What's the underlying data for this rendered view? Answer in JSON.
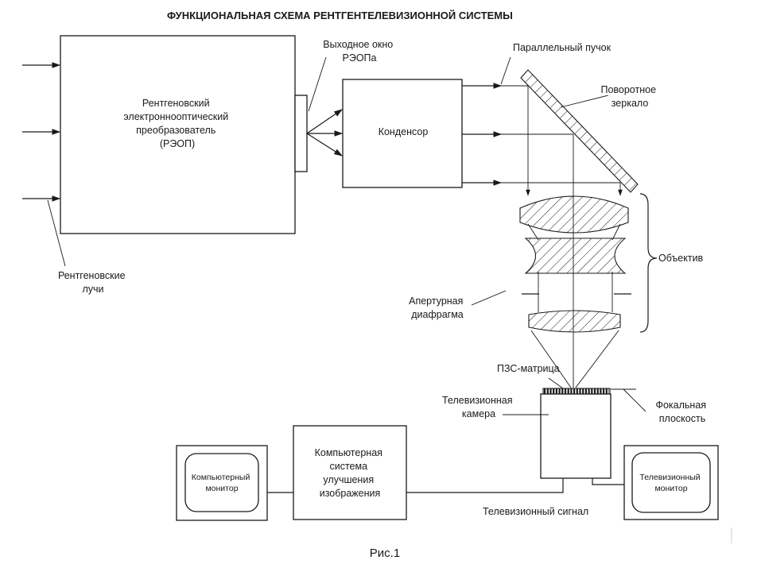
{
  "title": "ФУНКЦИОНАЛЬНАЯ СХЕМА РЕНТГЕНТЕЛЕВИЗИОННОЙ СИСТЕМЫ",
  "caption": "Рис.1",
  "blocks": {
    "reop": [
      "Рентгеновский",
      "электроннооптический",
      "преобразователь",
      "(РЭОП)"
    ],
    "condenser": [
      "Конденсор"
    ],
    "computer_system": [
      "Компьютерная",
      "система",
      "улучшения",
      "изображения"
    ],
    "computer_monitor": [
      "Компьютерный",
      "монитор"
    ],
    "tv_monitor": [
      "Телевизионный",
      "монитор"
    ]
  },
  "labels": {
    "output_window": [
      "Выходное окно",
      "РЭОПа"
    ],
    "parallel_beam": [
      "Параллельный пучок"
    ],
    "mirror": [
      "Поворотное",
      "зеркало"
    ],
    "objective": [
      "Объектив"
    ],
    "aperture": [
      "Апертурная",
      "диафрагма"
    ],
    "ccd": [
      "ПЗС-матрица"
    ],
    "tv_camera": [
      "Телевизионная",
      "камера"
    ],
    "focal_plane": [
      "Фокальная",
      "плоскость"
    ],
    "xrays": [
      "Рентгеновские",
      "лучи"
    ],
    "tv_signal": [
      "Телевизионный сигнал"
    ]
  }
}
